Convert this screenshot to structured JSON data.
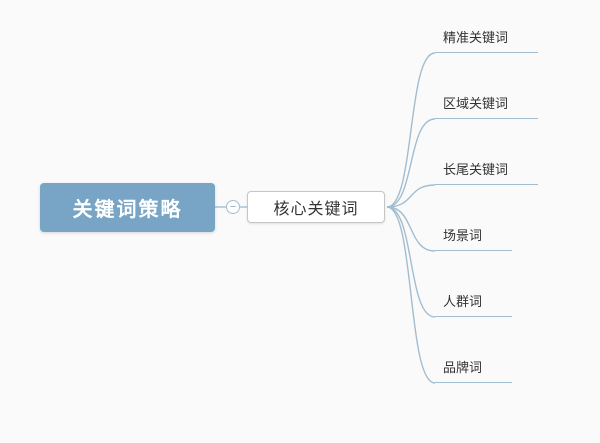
{
  "diagram": {
    "root": {
      "label": "关键词策略"
    },
    "collapse": {
      "symbol": "−"
    },
    "branch": {
      "label": "核心关键词"
    },
    "leaves": [
      {
        "label": "精准关键词"
      },
      {
        "label": "区域关键词"
      },
      {
        "label": "长尾关键词"
      },
      {
        "label": "场景词"
      },
      {
        "label": "人群词"
      },
      {
        "label": "品牌词"
      }
    ]
  },
  "colors": {
    "background": "#fafafa",
    "root_bg": "#78a4c6",
    "root_text": "#ffffff",
    "branch_bg": "#ffffff",
    "branch_border": "#c6c6c6",
    "branch_text": "#333333",
    "line": "#a3bdd0",
    "leaf_text": "#333333"
  }
}
